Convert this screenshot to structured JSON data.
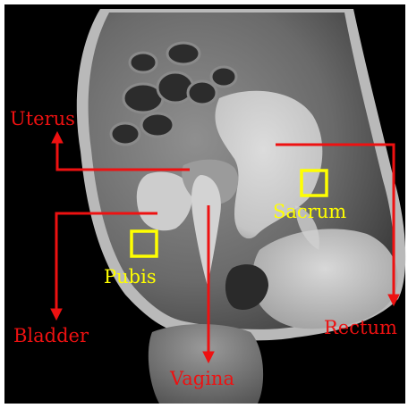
{
  "image": {
    "type": "sagittal MRI scan, female pelvis",
    "background": "#000000",
    "tissue_light": "#cfcfcf",
    "tissue_mid": "#7a7a7a"
  },
  "annotations": {
    "color_red": "#ee1111",
    "color_yellow": "#ffff00",
    "labels": {
      "uterus": "Uterus",
      "bladder": "Bladder",
      "vagina": "Vagina",
      "rectum": "Rectum",
      "sacrum": "Sacrum",
      "pubis": "Pubis"
    }
  }
}
